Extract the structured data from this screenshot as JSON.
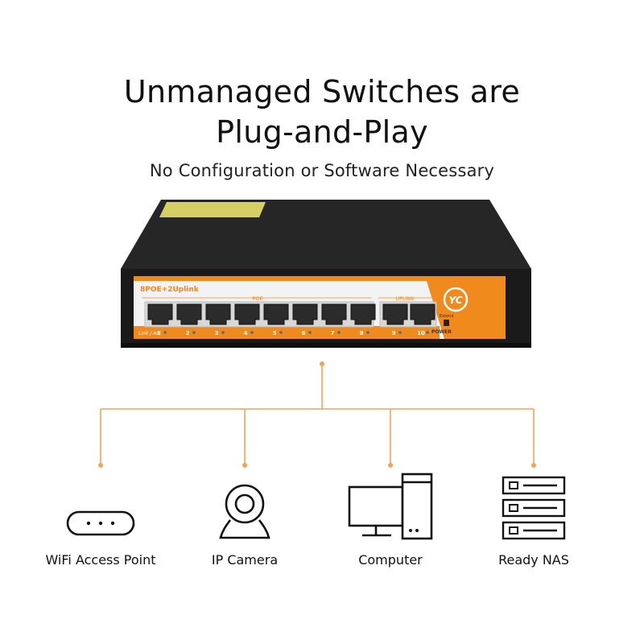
{
  "header": {
    "title_line1": "Unmanaged Switches are",
    "title_line2": "Plug-and-Play",
    "subtitle": "No Configuration or Software Necessary"
  },
  "switch": {
    "model_label": "8POE+2Uplink",
    "poe_group_label": "POE",
    "uplink_group_label": "UPLINK",
    "link_act_label": "Link / Act",
    "port_numbers": [
      "1",
      "2",
      "3",
      "4",
      "5",
      "6",
      "7",
      "8",
      "9",
      "10"
    ],
    "power_label": "POWER",
    "extend_label": "Extend",
    "logo_text": "YC",
    "colors": {
      "body": "#1e1e1e",
      "accent": "#f08a1c",
      "panel": "#f2f2f2"
    }
  },
  "connector_color": "#f0a45a",
  "devices": [
    {
      "label": "WiFi Access Point",
      "icon": "wifi-access-point-icon"
    },
    {
      "label": "IP Camera",
      "icon": "ip-camera-icon"
    },
    {
      "label": "Computer",
      "icon": "computer-icon"
    },
    {
      "label": "Ready NAS",
      "icon": "nas-server-icon"
    }
  ]
}
